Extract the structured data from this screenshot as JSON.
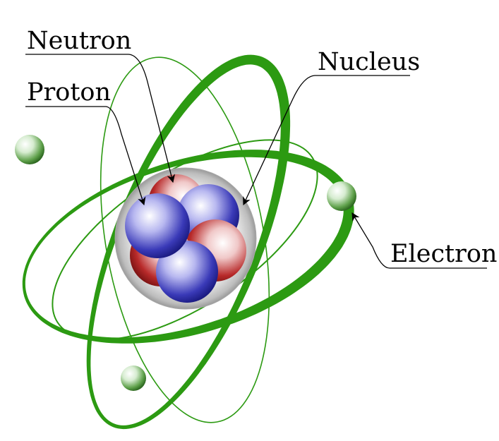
{
  "labels": {
    "neutron": "Neutron",
    "proton": "Proton",
    "nucleus": "Nucleus",
    "electron": "Electron"
  },
  "colors": {
    "orbit": "#2c9a12",
    "proton": "#2020a0",
    "neutron": "#a01818",
    "nucleus_shell": "#c8c8c8",
    "electron": "#3a8a2a"
  }
}
